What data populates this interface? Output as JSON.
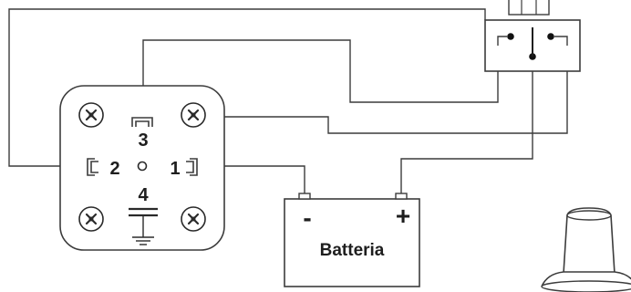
{
  "relay": {
    "terminals": [
      "3",
      "2",
      "1",
      "4"
    ]
  },
  "battery": {
    "label": "Batteria",
    "negative": "-",
    "positive": "+"
  },
  "icons": {
    "screw": "screw-cross-icon",
    "ground": "ground-symbol-icon",
    "switch": "toggle-switch-icon",
    "lever": "switch-lever-icon"
  }
}
